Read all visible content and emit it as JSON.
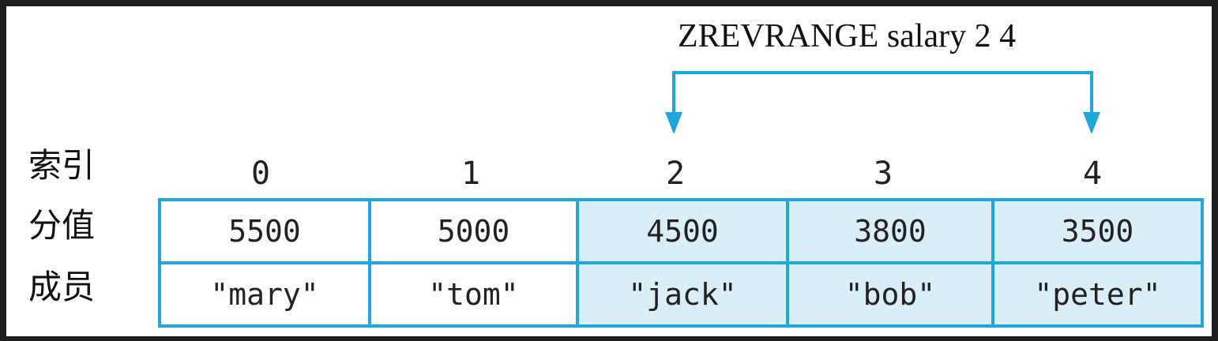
{
  "command": "ZREVRANGE salary 2 4",
  "row_labels": {
    "index": "索引",
    "score": "分值",
    "member": "成员"
  },
  "indices": [
    "0",
    "1",
    "2",
    "3",
    "4"
  ],
  "scores": [
    "5500",
    "5000",
    "4500",
    "3800",
    "3500"
  ],
  "members": [
    "\"mary\"",
    "\"tom\"",
    "\"jack\"",
    "\"bob\"",
    "\"peter\""
  ],
  "range": {
    "start": 2,
    "stop": 4
  },
  "colors": {
    "accent": "#1ca7dd",
    "highlight_fill": "#d9eef7"
  }
}
